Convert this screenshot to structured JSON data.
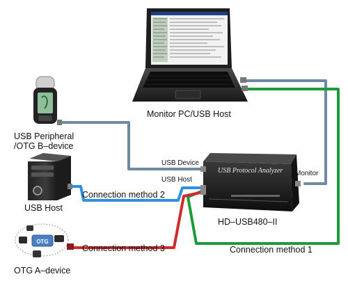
{
  "labels": {
    "monitor_pc": "Monitor PC/USB Host",
    "usb_peripheral_line1": "USB Peripheral",
    "usb_peripheral_line2": "/OTG B–device",
    "usb_host": "USB Host",
    "otg_a_device": "OTG A–device",
    "usb_device_port": "USB Device",
    "usb_host_port": "USB Host",
    "monitor_port": "Monitor",
    "analyzer_model": "HD–USB480–II",
    "connection_1": "Connection method 1",
    "connection_2": "Connection method 2",
    "connection_3": "Connection method 3"
  },
  "device": {
    "front_title": "USB Protocol Analyzer",
    "otg_badge": "OTG"
  },
  "colors": {
    "cable_gray": "#6f8aa0",
    "cable_green": "#1c9a3c",
    "cable_blue": "#2f8fe0",
    "cable_red": "#d12a2a",
    "device_body": "#1b1b1b"
  },
  "icons": [
    "laptop-icon",
    "phone-icon",
    "pc-tower-icon",
    "otg-device-icon",
    "analyzer-box-icon"
  ]
}
